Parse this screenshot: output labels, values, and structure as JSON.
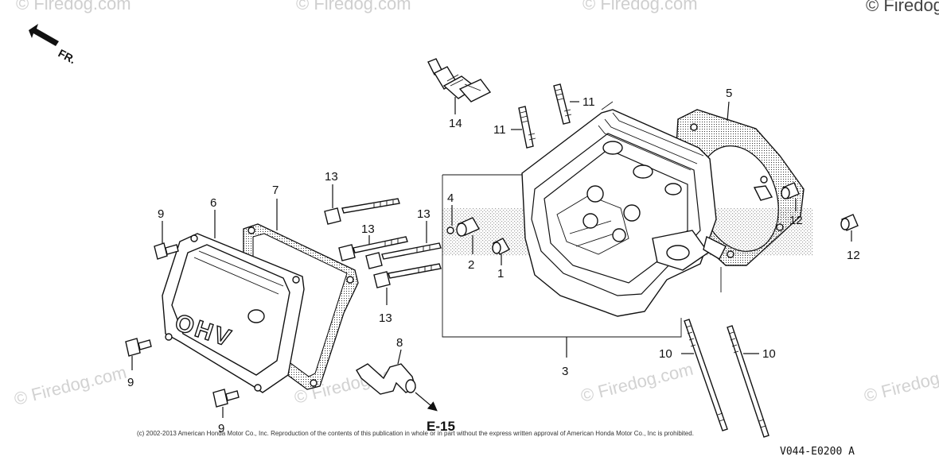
{
  "direction_label": "FR.",
  "callouts": {
    "c1": "1",
    "c2": "2",
    "c3": "3",
    "c4": "4",
    "c5": "5",
    "c6": "6",
    "c7": "7",
    "c8": "8",
    "c9a": "9",
    "c9b": "9",
    "c9c": "9",
    "c10a": "10",
    "c10b": "10",
    "c11a": "11",
    "c11b": "11",
    "c12a": "12",
    "c12b": "12",
    "c13a": "13",
    "c13b": "13",
    "c13c": "13",
    "c13d": "13",
    "c14": "14"
  },
  "reference_label": "E-15",
  "cover_lettering": "OHV",
  "copyright_notice": "(c) 2002-2013 American Honda Motor Co., Inc. Reproduction of the contents of this publication in whole or in part without the express written approval of American Honda Motor Co., Inc is prohibited.",
  "diagram_code": "V044-E0200 A",
  "watermark_text": "© Firedog.com"
}
